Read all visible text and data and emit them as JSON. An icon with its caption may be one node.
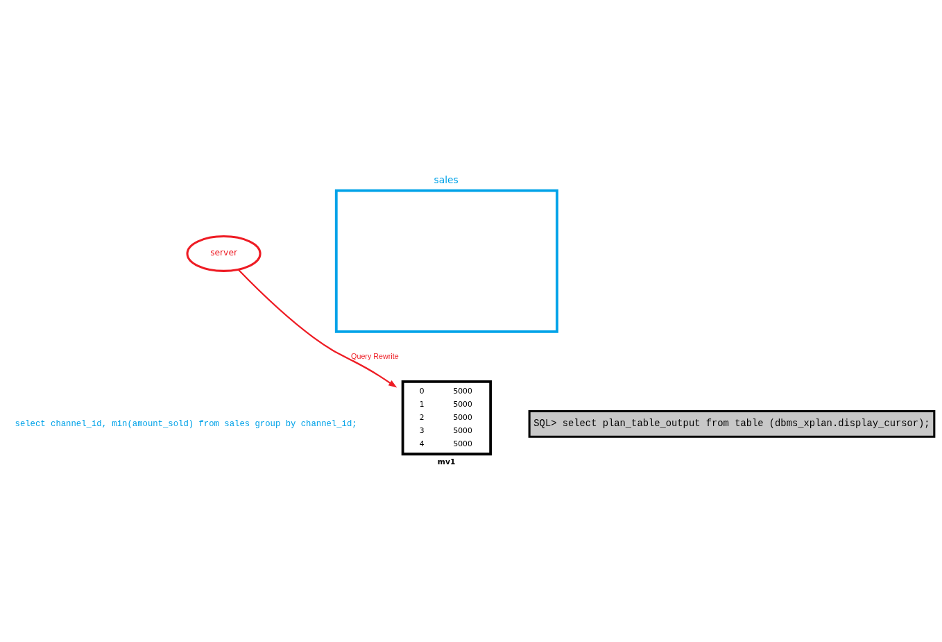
{
  "diagram": {
    "nodes": [
      {
        "text": [
          "server"
        ]
      },
      {
        "text": [
          "sales"
        ]
      },
      {
        "text": [
          "0",
          "5000",
          "1",
          "5000",
          "2",
          "5000",
          "3",
          "5000",
          "4",
          "5000",
          "mv1"
        ]
      },
      {
        "text": [
          "SQL> select plan_table_output from table (dbms_xplan.display_cursor);"
        ]
      }
    ],
    "edges": [
      {
        "from": 0,
        "to": 2,
        "arrow": "to",
        "label": "Query Rewrite"
      }
    ],
    "labels": [
      "select channel_id, min(amount_sold) from sales group by channel_id;"
    ]
  }
}
